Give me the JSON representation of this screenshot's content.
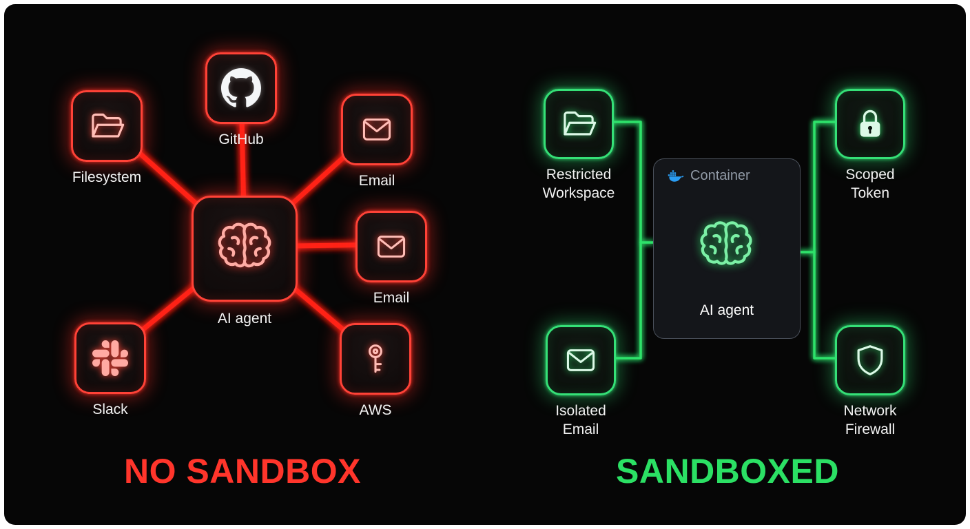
{
  "left": {
    "title": "NO SANDBOX",
    "accent_color": "#ff342a",
    "center": {
      "label": "AI agent",
      "icon": "brain-icon"
    },
    "nodes": [
      {
        "label": "Filesystem",
        "icon": "folder-icon"
      },
      {
        "label": "GitHub",
        "icon": "github-icon"
      },
      {
        "label": "Email",
        "icon": "envelope-icon"
      },
      {
        "label": "Email",
        "icon": "envelope-icon"
      },
      {
        "label": "Slack",
        "icon": "slack-icon"
      },
      {
        "label": "AWS",
        "icon": "key-icon"
      }
    ]
  },
  "right": {
    "title": "SANDBOXED",
    "accent_color": "#2ee26b",
    "container": {
      "label": "Container",
      "icon": "docker-icon"
    },
    "center": {
      "label": "AI agent",
      "icon": "brain-icon"
    },
    "nodes": [
      {
        "label": "Restricted Workspace",
        "icon": "folder-icon"
      },
      {
        "label": "Scoped Token",
        "icon": "lock-icon"
      },
      {
        "label": "Isolated Email",
        "icon": "envelope-icon"
      },
      {
        "label": "Network Firewall",
        "icon": "shield-icon"
      }
    ]
  }
}
